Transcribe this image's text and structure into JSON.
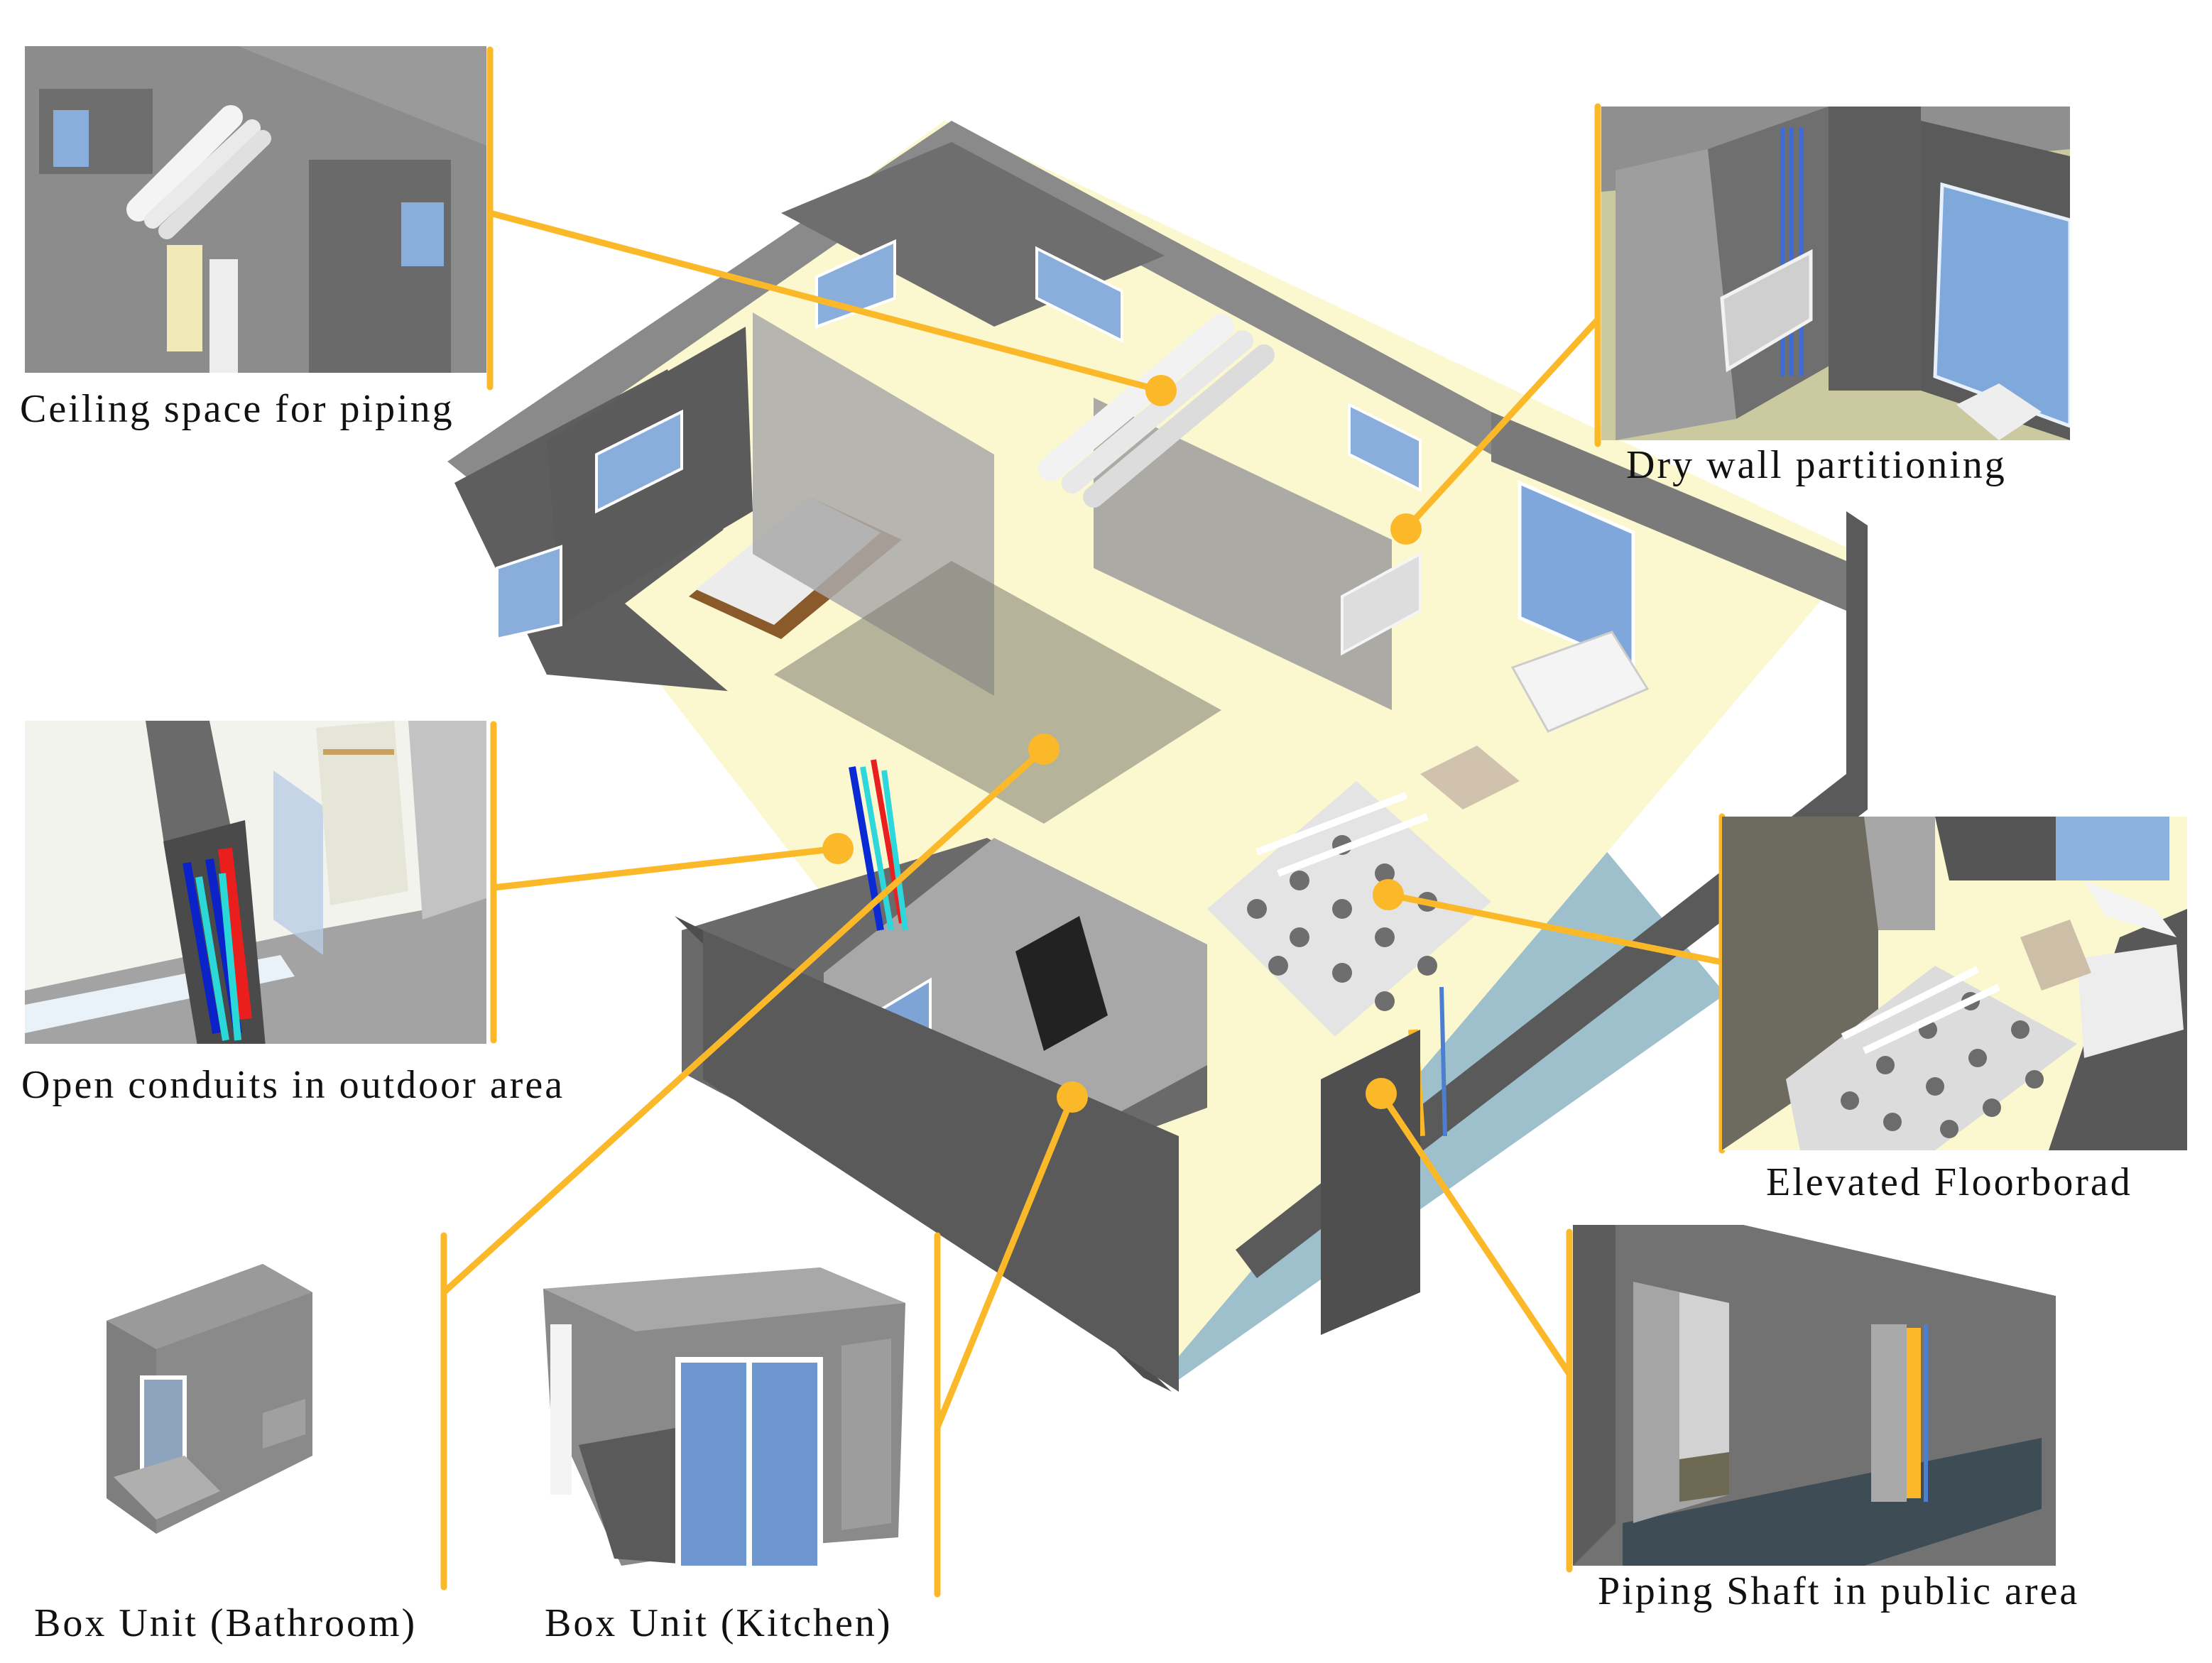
{
  "figure": {
    "type": "annotated-isometric-floor-plan",
    "accent_color": "#FBB829",
    "wall_color": "#5E5E5E",
    "floor_color": "#FBF7CF",
    "public_area_color": "#9EBFCC"
  },
  "callouts": [
    {
      "id": "ceiling",
      "label": "Ceiling space for piping",
      "side": "top-left"
    },
    {
      "id": "drywall",
      "label": "Dry wall partitioning",
      "side": "top-right"
    },
    {
      "id": "conduits",
      "label": "Open conduits in outdoor area",
      "side": "middle-left"
    },
    {
      "id": "floorboard",
      "label": "Elevated Floorborad",
      "side": "middle-right"
    },
    {
      "id": "bathroom",
      "label": "Box Unit (Bathroom)",
      "side": "bottom-left"
    },
    {
      "id": "kitchen",
      "label": "Box Unit (Kitchen)",
      "side": "bottom-center"
    },
    {
      "id": "shaft",
      "label": "Piping Shaft in public area",
      "side": "bottom-right"
    }
  ]
}
